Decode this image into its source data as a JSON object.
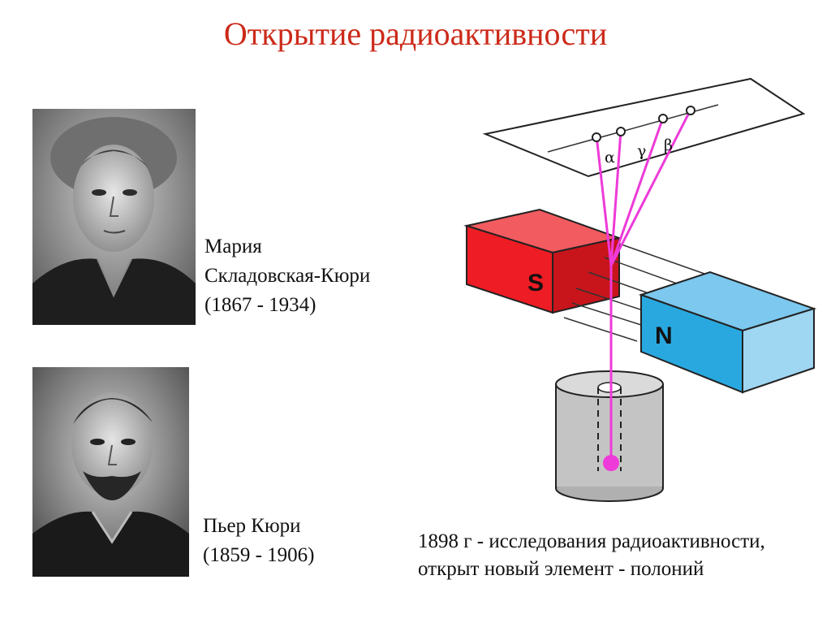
{
  "title": "Открытие радиоактивности",
  "marie": {
    "name_line1": "Мария",
    "name_line2": "Складовская-Кюри",
    "years": "(1867 - 1934)"
  },
  "pierre": {
    "name": "Пьер Кюри",
    "years": "(1859 - 1906)"
  },
  "note": {
    "line1": "1898 г - исследования радиоактивности,",
    "line2": "открыт новый элемент - полоний"
  },
  "diagram": {
    "magnet_s_label": "S",
    "magnet_n_label": "N",
    "ray_alpha": "α",
    "ray_gamma": "γ",
    "ray_beta": "β",
    "colors": {
      "s_pole": "#ee1c24",
      "n_pole": "#29a8e0",
      "rays": "#ee3ad8",
      "title": "#cc2a1a"
    }
  }
}
